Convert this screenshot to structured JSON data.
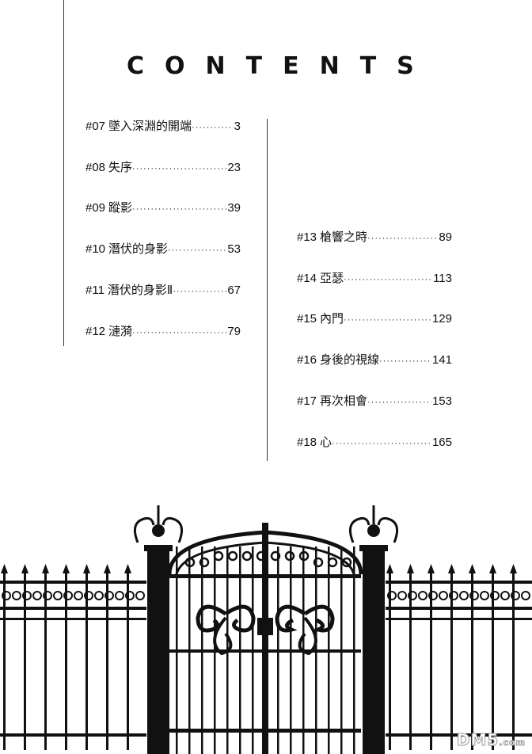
{
  "title": "CONTENTS",
  "left_entries": [
    {
      "num": "#07",
      "title": "墜入深淵的開端",
      "page": "3"
    },
    {
      "num": "#08",
      "title": "失序",
      "page": "23"
    },
    {
      "num": "#09",
      "title": "蹤影",
      "page": "39"
    },
    {
      "num": "#10",
      "title": "潛伏的身影",
      "page": "53"
    },
    {
      "num": "#11",
      "title": "潛伏的身影Ⅱ",
      "page": "67"
    },
    {
      "num": "#12",
      "title": "漣漪",
      "page": "79"
    }
  ],
  "right_entries": [
    {
      "num": "#13",
      "title": "槍響之時",
      "page": "89"
    },
    {
      "num": "#14",
      "title": "亞瑟",
      "page": "113"
    },
    {
      "num": "#15",
      "title": "內門",
      "page": "129"
    },
    {
      "num": "#16",
      "title": "身後的視線",
      "page": "141"
    },
    {
      "num": "#17",
      "title": "再次相會",
      "page": "153"
    },
    {
      "num": "#18",
      "title": "心",
      "page": "165"
    }
  ],
  "watermark": {
    "brand": "DM5",
    "suffix": ".com"
  }
}
